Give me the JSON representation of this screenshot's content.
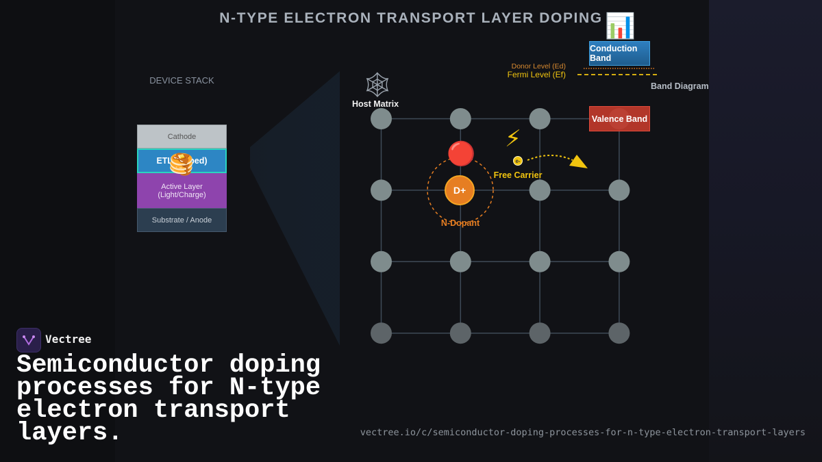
{
  "title": "N-TYPE ELECTRON TRANSPORT LAYER DOPING",
  "device_stack": {
    "label": "DEVICE STACK",
    "layers": [
      "Cathode",
      "ETL (Doped)",
      "Active Layer (Light/Charge)",
      "Substrate / Anode"
    ],
    "overlay_icon": "pancakes-emoji"
  },
  "lattice": {
    "host_label": "Host Matrix",
    "host_icon": "web-icon",
    "rows": 4,
    "cols": 4,
    "dopant_label": "N-Dopant",
    "dopant_symbol": "D+",
    "dopant_icon": "red-circle-emoji",
    "carrier_label": "Free Carrier",
    "carrier_symbol": "e-",
    "carrier_icon": "lightning-icon"
  },
  "band_diagram": {
    "label": "Band Diagram",
    "icon": "bar-chart-emoji",
    "conduction": "Conduction Band",
    "valence": "Valence Band",
    "donor_level": "Donor Level (Ed)",
    "fermi_level": "Fermi Level (Ef)"
  },
  "colors": {
    "background": "#111216",
    "etl": "#2d86c4",
    "active": "#8e44ad",
    "dopant": "#e67e22",
    "carrier": "#f1c40f",
    "conduction": "#2e7fbf",
    "valence": "#c0392b"
  },
  "brand": {
    "name": "Vectree",
    "headline": "Semiconductor doping processes for N-type electron transport layers.",
    "url": "vectree.io/c/semiconductor-doping-processes-for-n-type-electron-transport-layers"
  }
}
